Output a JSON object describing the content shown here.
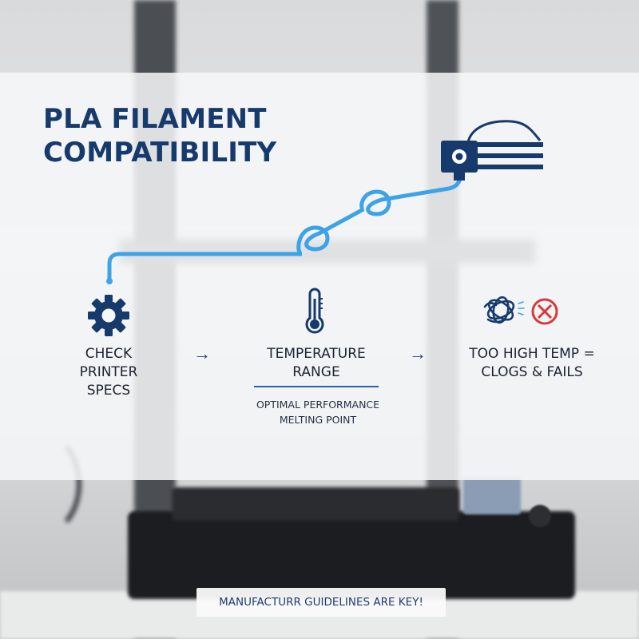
{
  "title": {
    "line1": "PLA FILAMENT",
    "line2": "COMPATIBILITY"
  },
  "steps": [
    {
      "label_lines": [
        "CHECK",
        "PRINTER",
        "SPECS"
      ],
      "icon": "gear-icon"
    },
    {
      "label_lines": [
        "TEMPERATURE",
        "RANGE"
      ],
      "icon": "thermometer-icon"
    },
    {
      "label_lines": [
        "TOO HIGH TEMP =",
        "CLOGS & FAILS"
      ],
      "icon": "tangled-filament-icon"
    }
  ],
  "step2_note": {
    "line1": "OPTIMAL PERFORMANCE",
    "line2": "MELTING POINT"
  },
  "arrows": [
    "→",
    "→"
  ],
  "banner": "MANUFACTURR GUIDELINES ARE KEY!",
  "icons": [
    "extruder-icon",
    "gear-icon",
    "thermometer-icon",
    "tangled-filament-icon",
    "no-symbol-icon",
    "arrow-right-icon"
  ],
  "colors": {
    "navy": "#173a6d",
    "filament_blue": "#3ea3e6",
    "error_red": "#d73a3a"
  }
}
